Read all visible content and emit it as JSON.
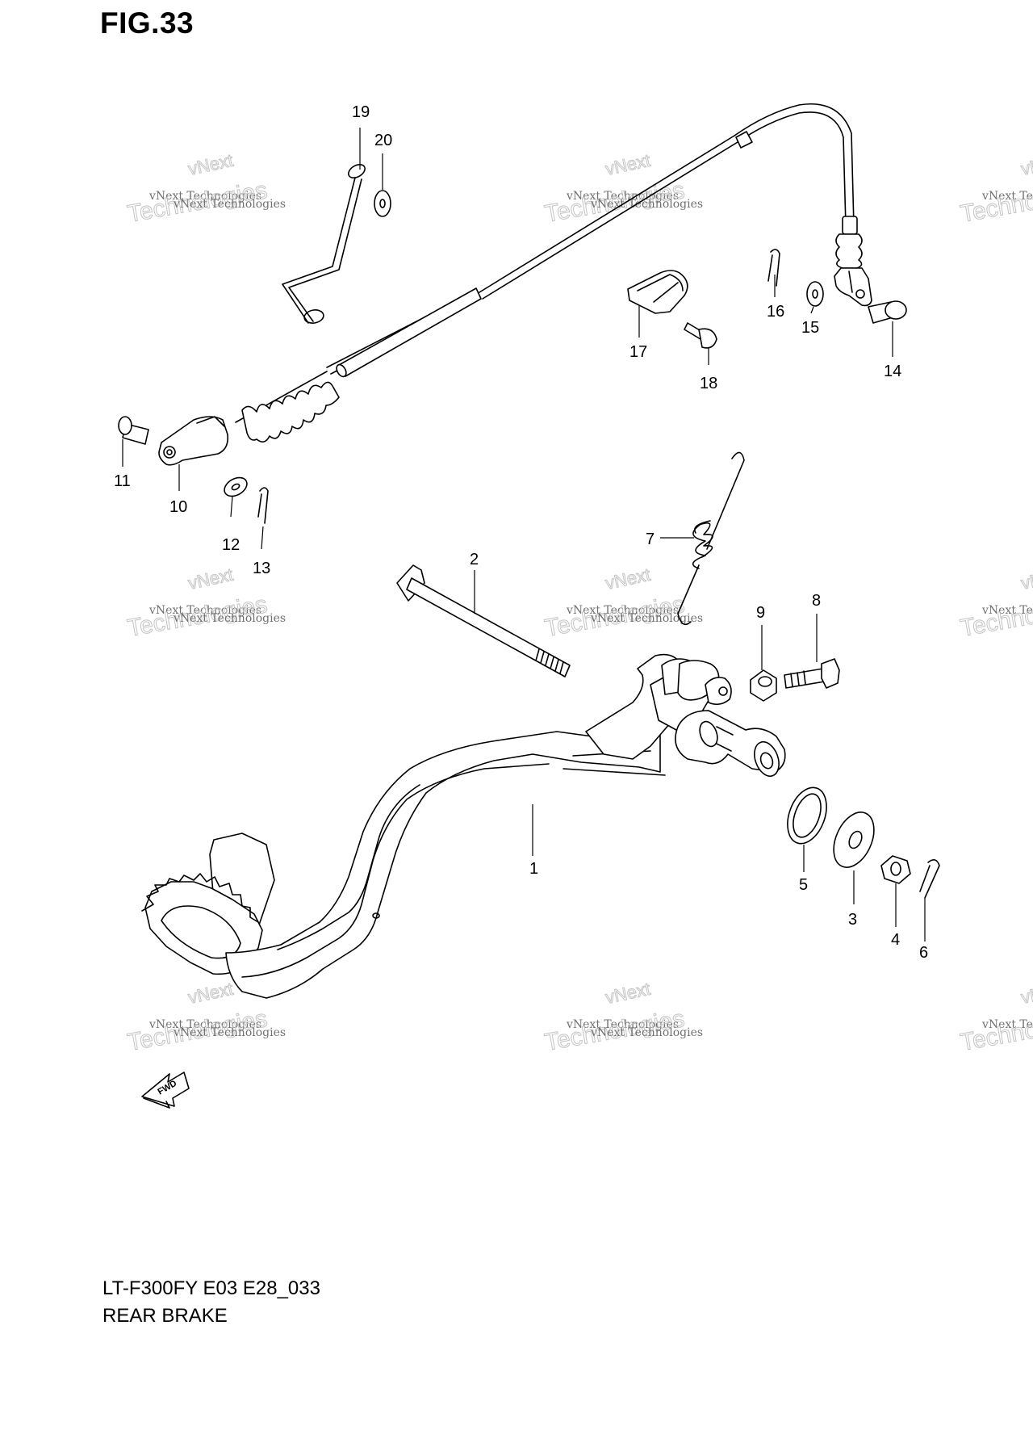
{
  "figure": {
    "title": "FIG.33",
    "model_code": "LT-F300FY E03 E28_033",
    "section": "REAR BRAKE",
    "fwd_label": "FWD"
  },
  "watermark": {
    "line1": "vNext Technologies",
    "line2": "vNext",
    "line3": "Technologies"
  },
  "callouts": [
    "1",
    "2",
    "3",
    "4",
    "5",
    "6",
    "7",
    "8",
    "9",
    "10",
    "11",
    "12",
    "13",
    "14",
    "15",
    "16",
    "17",
    "18",
    "19",
    "20"
  ],
  "colors": {
    "line": "#000000",
    "watermark": "#c4c4c4",
    "background": "#ffffff"
  }
}
